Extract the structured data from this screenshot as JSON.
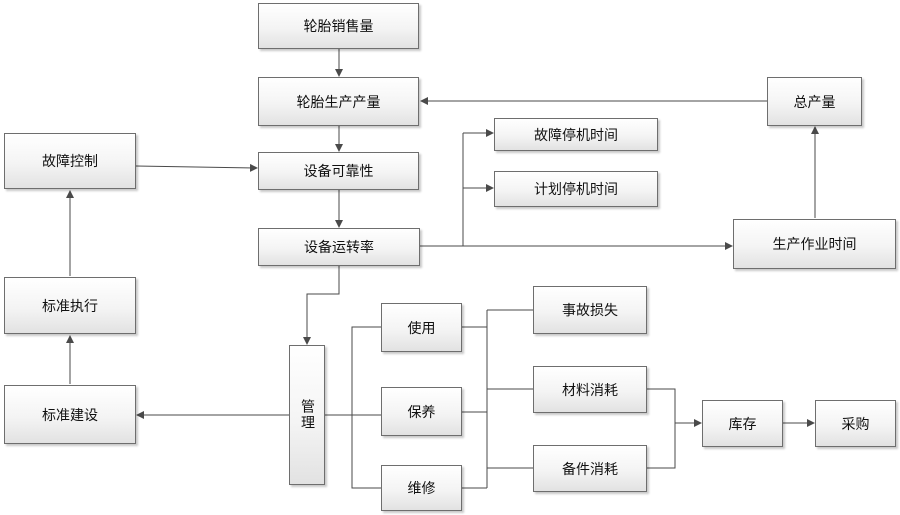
{
  "nodes": {
    "tire_sales": "轮胎销售量",
    "tire_output": "轮胎生产产量",
    "equipment_reliability": "设备可靠性",
    "equipment_operation_rate": "设备运转率",
    "total_output": "总产量",
    "fault_downtime": "故障停机时间",
    "planned_downtime": "计划停机时间",
    "production_time": "生产作业时间",
    "fault_control": "故障控制",
    "standard_execution": "标准执行",
    "standard_building": "标准建设",
    "management": "管理",
    "usage": "使用",
    "maintenance": "保养",
    "repair": "维修",
    "accident_loss": "事故损失",
    "material_consumption": "材料消耗",
    "spare_parts_consumption": "备件消耗",
    "inventory": "库存",
    "procurement": "采购"
  },
  "colors": {
    "line": "#4a4a4a",
    "border": "#6e6e6e"
  }
}
